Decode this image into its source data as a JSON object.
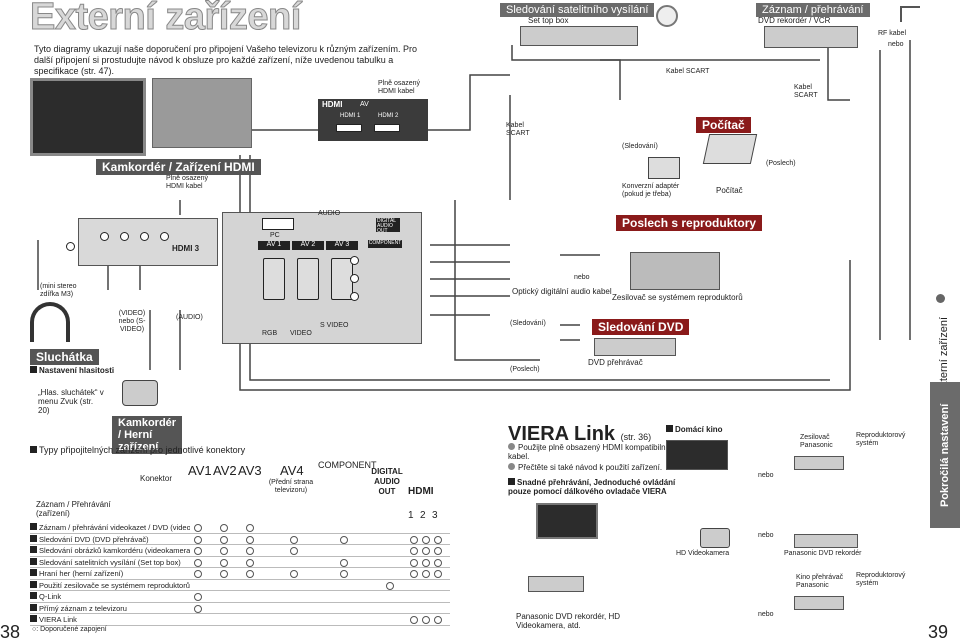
{
  "title": "Externí zařízení",
  "intro": "Tyto diagramy ukazují naše doporučení pro připojení Vašeho televizoru k různým zařízením. Pro další připojení si prostudujte návod k obsluze pro každé zařízení, níže uvedenou tabulku a specifikace (str. 47).",
  "banners": {
    "satellite": "Sledování satelitního vysílání",
    "set_top_box": "Set top box",
    "record": "Záznam / přehrávání",
    "dvd_vcr": "DVD rekordér / VCR",
    "computer": "Počítač",
    "camcorder_hdmi": "Kamkordér / Zařízení HDMI",
    "speakers": "Poslech s reproduktory",
    "headphones": "Sluchátka",
    "dvd_watch": "Sledování DVD",
    "camcorder_games": "Kamkordér / Herní zařízení"
  },
  "labels": {
    "rf_cable": "RF kabel",
    "nebo": "nebo",
    "scart_cable_top": "Kabel SCART",
    "scart_cable_right": "Kabel SCART",
    "scart_cable_left": "Kabel SCART",
    "hdmi_full": "Plně osazený HDMI kabel",
    "hdmi_full_cam": "Plně osazený HDMI kabel",
    "av": "AV",
    "hdmi1": "HDMI 1",
    "hdmi2": "HDMI 2",
    "hdmi3": "3",
    "watch": "(Sledování)",
    "listen": "(Poslech)",
    "converter": "Konverzní adaptér (pokud je třeba)",
    "pc": "Počítač",
    "optical": "Optický digitální audio kabel",
    "amp": "Zesilovač se systémem reproduktorů",
    "watch2": "(Sledování)",
    "listen2": "(Poslech)",
    "dvd_player": "DVD přehrávač",
    "mini_stereo": "(mini stereo zdířka M3)",
    "video_svideo": "(VIDEO) nebo (S-VIDEO)",
    "audio": "(AUDIO)",
    "hp_settings_title": "Nastavení hlasitosti",
    "hp_settings_text": "„Hlas. sluchátek“ v menu Zvuk (str. 20)",
    "pc_port": "PC",
    "audio_l_r": "AUDIO",
    "digital_audio_out": "DIGITAL AUDIO OUT",
    "av1": "AV 1",
    "av2": "AV 2",
    "av3": "AV 3",
    "component": "COMPONENT",
    "video": "VIDEO",
    "s_video": "S VIDEO",
    "rgb": "RGB"
  },
  "types_table": {
    "heading": "Typy připojitelných zařízení pro jednotlivé konektory",
    "connector_label": "Konektor",
    "record_label": "Záznam / Přehrávání (zařízení)",
    "columns": [
      "AV1",
      "AV2",
      "AV3",
      "AV4",
      "COMPONENT",
      "DIGITAL AUDIO OUT",
      "HDMI"
    ],
    "av4_sub": "(Přední strana televizoru)",
    "hdmi_nums": [
      "1",
      "2",
      "3"
    ],
    "rows": [
      {
        "label": "Záznam / přehrávání videokazet / DVD (videorekordér / DVD rekordér)",
        "marks": [
          1,
          1,
          1,
          0,
          0,
          0,
          0,
          0,
          0
        ]
      },
      {
        "label": "Sledování DVD (DVD přehrávač)",
        "marks": [
          1,
          1,
          1,
          1,
          1,
          0,
          1,
          1,
          1
        ]
      },
      {
        "label": "Sledování obrázků kamkordéru (videokamera)",
        "marks": [
          1,
          1,
          1,
          1,
          0,
          0,
          1,
          1,
          1
        ]
      },
      {
        "label": "Sledování satelitních vysílání (Set top box)",
        "marks": [
          1,
          1,
          1,
          0,
          1,
          0,
          1,
          1,
          1
        ]
      },
      {
        "label": "Hraní her (herní zařízení)",
        "marks": [
          1,
          1,
          1,
          1,
          1,
          0,
          1,
          1,
          1
        ]
      },
      {
        "label": "Použití zesilovače se systémem reproduktorů",
        "marks": [
          0,
          0,
          0,
          0,
          0,
          1,
          0,
          0,
          0
        ]
      },
      {
        "label": "Q-Link",
        "marks": [
          1,
          0,
          0,
          0,
          0,
          0,
          0,
          0,
          0
        ]
      },
      {
        "label": "Přímý záznam z televizoru",
        "marks": [
          1,
          0,
          0,
          0,
          0,
          0,
          0,
          0,
          0
        ]
      },
      {
        "label": "VIERA Link",
        "marks": [
          0,
          0,
          0,
          0,
          0,
          0,
          1,
          1,
          1
        ]
      }
    ],
    "legend": "○: Doporučené zapojení"
  },
  "viera": {
    "title": "VIERA Link",
    "ref": "(str. 36)",
    "bullet1": "Použijte plně obsazený HDMI kompatibilní kabel.",
    "bullet2": "Přečtěte si také návod k použití zařízení.",
    "easy": "Snadné přehrávání, Jednoduché ovládání pouze pomocí dálkového ovladače VIERA",
    "bottom_devices": "Panasonic DVD rekordér, HD Videokamera, atd."
  },
  "home_cinema": {
    "title": "Domácí kino",
    "amp": "Zesilovač Panasonic",
    "speakers": "Reproduktorový systém",
    "nebo1": "nebo",
    "hd_cam": "HD Videokamera",
    "dvd_rec": "Panasonic DVD rekordér",
    "nebo2": "nebo",
    "cinema_player": "Kino přehrávač Panasonic",
    "speakers2": "Reproduktorový systém",
    "nebo3": "nebo"
  },
  "side": {
    "tab1": "Externí zařízení",
    "tab2": "Pokročilá nastavení"
  },
  "page_left": "38",
  "page_right": "39"
}
